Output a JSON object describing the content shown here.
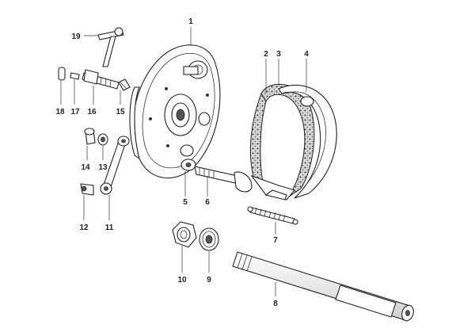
{
  "labels": [
    "1",
    "2",
    "3",
    "4",
    "5",
    "6",
    "7",
    "8",
    "9",
    "10",
    "11",
    "12",
    "13",
    "14",
    "15",
    "16",
    "17",
    "18",
    "19"
  ]
}
